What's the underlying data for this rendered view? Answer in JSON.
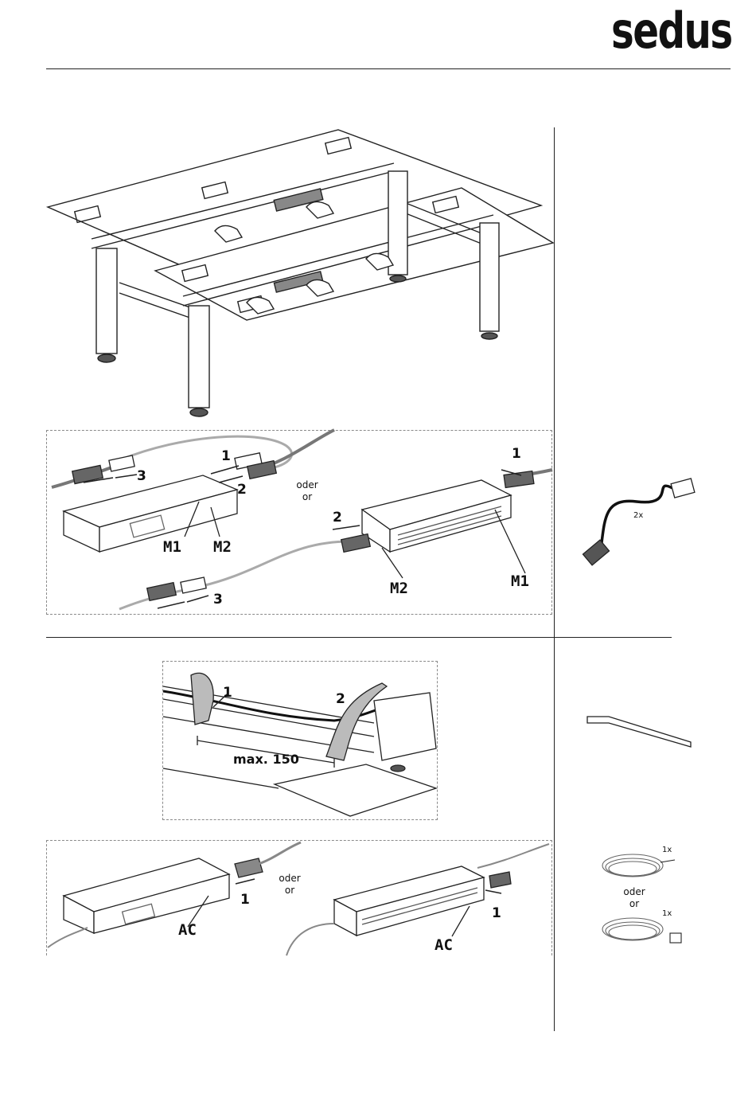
{
  "brand": {
    "logo_text": "sedus"
  },
  "step_mains": {
    "num1": "1",
    "num2": "2",
    "num3": "3",
    "label_m1": "M1",
    "label_m2": "M2",
    "oder": "oder",
    "or": "or",
    "num1_right": "1",
    "num2_right": "2",
    "num3_right": "3",
    "label_m2_right": "M2",
    "label_m1_right": "M1"
  },
  "parts_top": {
    "quantity": "2x"
  },
  "step_strap": {
    "num1": "1",
    "num2": "2",
    "measure": "max. 150"
  },
  "step_ac": {
    "num1_left": "1",
    "label_ac_left": "AC",
    "oder": "oder",
    "or": "or",
    "num1_right": "1",
    "label_ac_right": "AC"
  },
  "parts_bottom": {
    "quantity_a": "1x",
    "oder": "oder",
    "or": "or",
    "quantity_b": "1x"
  }
}
